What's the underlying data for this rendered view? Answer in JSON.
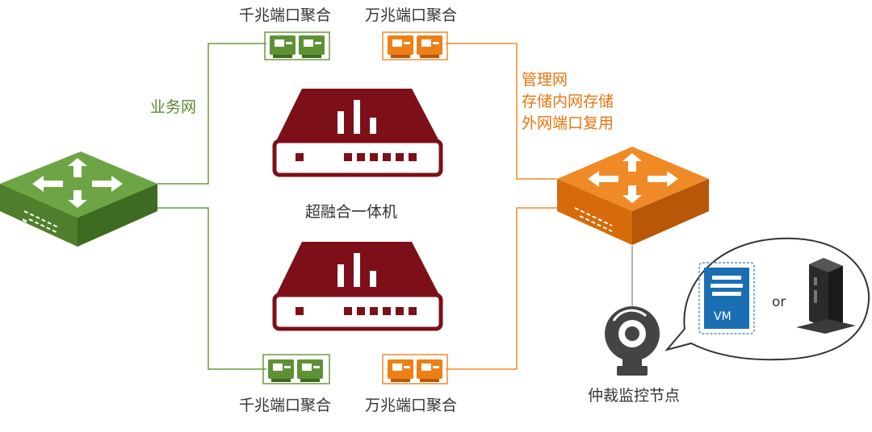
{
  "labels": {
    "gigabit_top": "千兆端口聚合",
    "tengig_top": "万兆端口聚合",
    "gigabit_bottom": "千兆端口聚合",
    "tengig_bottom": "万兆端口聚合",
    "business_net": "业务网",
    "mgmt_lines": [
      "管理网",
      "存储内网存储",
      "外网端口复用"
    ],
    "hci": "超融合一体机",
    "arbiter": "仲裁监控节点",
    "vm": "VM",
    "or": "or"
  },
  "colors": {
    "green": "#5a8a32",
    "green_dark": "#3f6a22",
    "orange": "#e8750e",
    "orange_dark": "#b95708",
    "maroon": "#7d0f18",
    "vm_blue": "#1a6fb3",
    "line_gray": "#999999"
  },
  "icons": {
    "left_switch": "network-switch-icon",
    "right_switch": "network-switch-icon",
    "hci_server": "server-appliance-icon",
    "arbiter": "camera-node-icon",
    "vm": "virtual-machine-icon",
    "mini_pc": "mini-pc-icon",
    "nic": "network-card-icon"
  }
}
